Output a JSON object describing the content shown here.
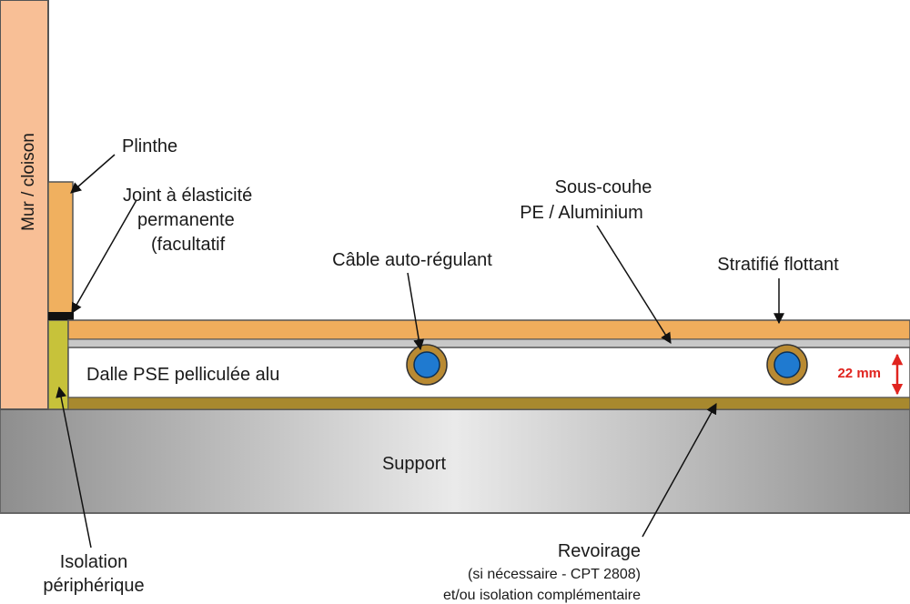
{
  "labels": {
    "wall": "Mur / cloison",
    "plinthe": "Plinthe",
    "joint_line1": "Joint à élasticité",
    "joint_line2": "permanente",
    "joint_line3": "(facultatif",
    "sous_couche_line1": "Sous-couhe",
    "sous_couche_line2": "PE / Aluminium",
    "cable": "Câble auto-régulant",
    "stratifie": "Stratifié flottant",
    "dalle": "Dalle PSE pelliculée alu",
    "thickness": "22 mm",
    "support": "Support",
    "isolation_line1": "Isolation",
    "isolation_line2": "périphérique",
    "revoirage_line1": "Revoirage",
    "revoirage_line2": "(si nécessaire - CPT 2808)",
    "revoirage_line3": "et/ou isolation complémentaire"
  },
  "colors": {
    "wall": "#f8bf96",
    "plinthe": "#f0b05f",
    "laminate": "#f0ad5c",
    "underlay": "#c8c8c8",
    "slab": "#ffffff",
    "levelling": "#a8892e",
    "isolation": "#c7c23a",
    "joint": "#111111",
    "support_light": "#eeeeee",
    "support_dark": "#9a9a9a",
    "cable_ring": "#b98a32",
    "cable_core": "#1f7ad0",
    "dimension": "#e0241f"
  }
}
